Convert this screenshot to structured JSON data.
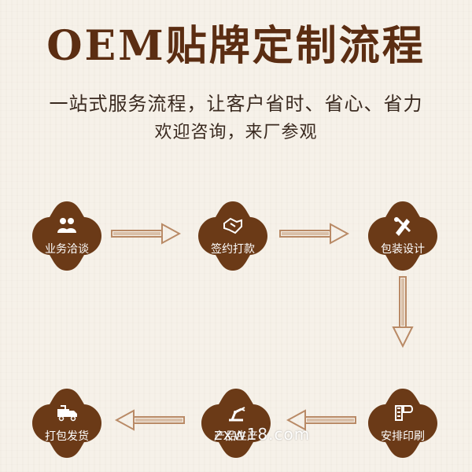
{
  "title": "OEM贴牌定制流程",
  "subtitle_line1": "一站式服务流程，让客户省时、省心、省力",
  "subtitle_line2": "欢迎咨询，来厂参观",
  "steps": [
    {
      "label": "业务洽谈",
      "icon": "people-icon"
    },
    {
      "label": "签约打款",
      "icon": "handshake-icon"
    },
    {
      "label": "包装设计",
      "icon": "design-tools-icon"
    },
    {
      "label": "安排印刷",
      "icon": "print-icon"
    },
    {
      "label": "产品生产",
      "icon": "robot-arm-icon"
    },
    {
      "label": "打包发货",
      "icon": "delivery-truck-icon"
    }
  ],
  "watermark": "zxw18.com",
  "colors": {
    "brand": "#6b3a17",
    "title": "#5b2d12",
    "background": "#f6f1e9",
    "arrow": "#b98a66"
  }
}
